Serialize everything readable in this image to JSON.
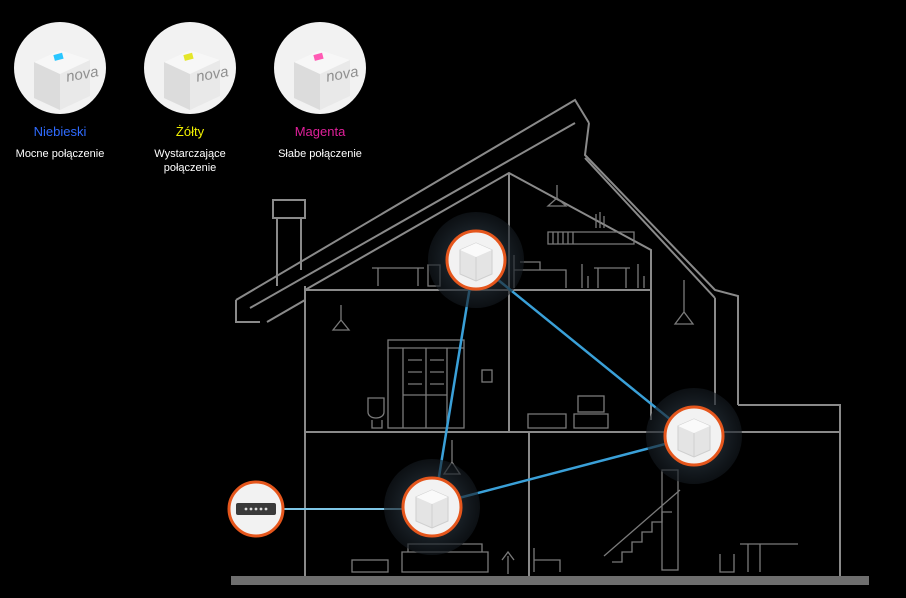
{
  "legend": [
    {
      "brand": "nova",
      "color_name": "Niebieski",
      "description": "Mocne połączenie",
      "led_color": "#29c6ff",
      "text_color": "#2f6bff"
    },
    {
      "brand": "nova",
      "color_name": "Żółty",
      "description": "Wystarczające połączenie",
      "led_color": "#e4e62a",
      "text_color": "#f0f000"
    },
    {
      "brand": "nova",
      "color_name": "Magenta",
      "description": "Słabe połączenie",
      "led_color": "#ff5ab4",
      "text_color": "#e0209a"
    }
  ],
  "colors": {
    "background": "#000000",
    "house_outline": "#8a8a8a",
    "link_blue": "#3aa0d8",
    "link_light": "#7fc6e6",
    "node_ring": "#e5561c",
    "ground": "#6e6e6e"
  },
  "icons": {
    "switch": "network-switch-icon",
    "node": "mesh-node-icon"
  }
}
